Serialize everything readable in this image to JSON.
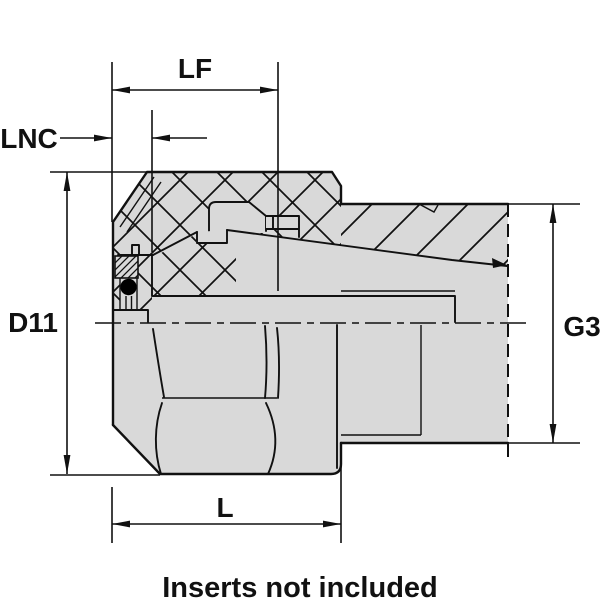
{
  "drawing": {
    "labels": {
      "lf": "LF",
      "lnc": "LNC",
      "d11": "D11",
      "g3": "G3",
      "l": "L"
    },
    "note": "Inserts not included",
    "colors": {
      "part_fill": "#d9d9d9",
      "line": "#111111",
      "background": "#ffffff",
      "oring": "#000000"
    }
  }
}
